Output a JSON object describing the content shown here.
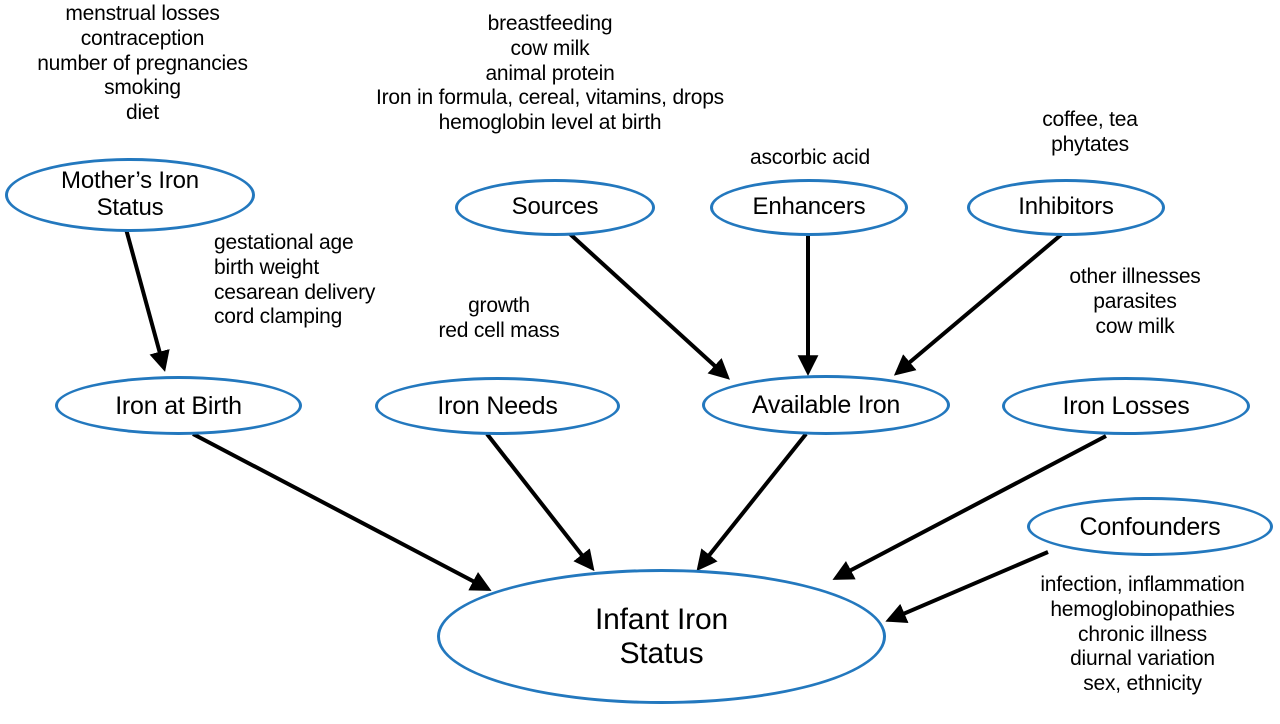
{
  "diagram": {
    "title": "Infant Iron Status conceptual framework",
    "accent_color": "#2378be",
    "edge_color": "#000000",
    "background_color": "#ffffff"
  },
  "nodes": {
    "mothers_iron_status": "Mother’s Iron\nStatus",
    "sources": "Sources",
    "enhancers": "Enhancers",
    "inhibitors": "Inhibitors",
    "iron_at_birth": "Iron at Birth",
    "iron_needs": "Iron Needs",
    "available_iron": "Available Iron",
    "iron_losses": "Iron Losses",
    "confounders": "Confounders",
    "infant_iron_status": "Infant Iron\nStatus"
  },
  "annotations": {
    "mothers_iron_status_factors": "menstrual losses\ncontraception\nnumber of pregnancies\nsmoking\ndiet",
    "sources_factors": "breastfeeding\ncow milk\nanimal protein\nIron in formula, cereal, vitamins, drops\nhemoglobin level at birth",
    "enhancers_factors": "ascorbic acid",
    "inhibitors_factors": "coffee, tea\nphytates",
    "iron_at_birth_factors": "gestational age\nbirth weight\ncesarean delivery\ncord clamping",
    "iron_needs_factors": "growth\nred cell mass",
    "iron_losses_factors": "other illnesses\nparasites\ncow milk",
    "confounders_factors": "infection, inflammation\nhemoglobinopathies\nchronic illness\ndiurnal variation\nsex, ethnicity"
  },
  "edges": [
    {
      "from": "mothers_iron_status",
      "to": "iron_at_birth"
    },
    {
      "from": "sources",
      "to": "available_iron"
    },
    {
      "from": "enhancers",
      "to": "available_iron"
    },
    {
      "from": "inhibitors",
      "to": "available_iron"
    },
    {
      "from": "iron_at_birth",
      "to": "infant_iron_status"
    },
    {
      "from": "iron_needs",
      "to": "infant_iron_status"
    },
    {
      "from": "available_iron",
      "to": "infant_iron_status"
    },
    {
      "from": "iron_losses",
      "to": "infant_iron_status"
    },
    {
      "from": "confounders",
      "to": "infant_iron_status"
    }
  ]
}
